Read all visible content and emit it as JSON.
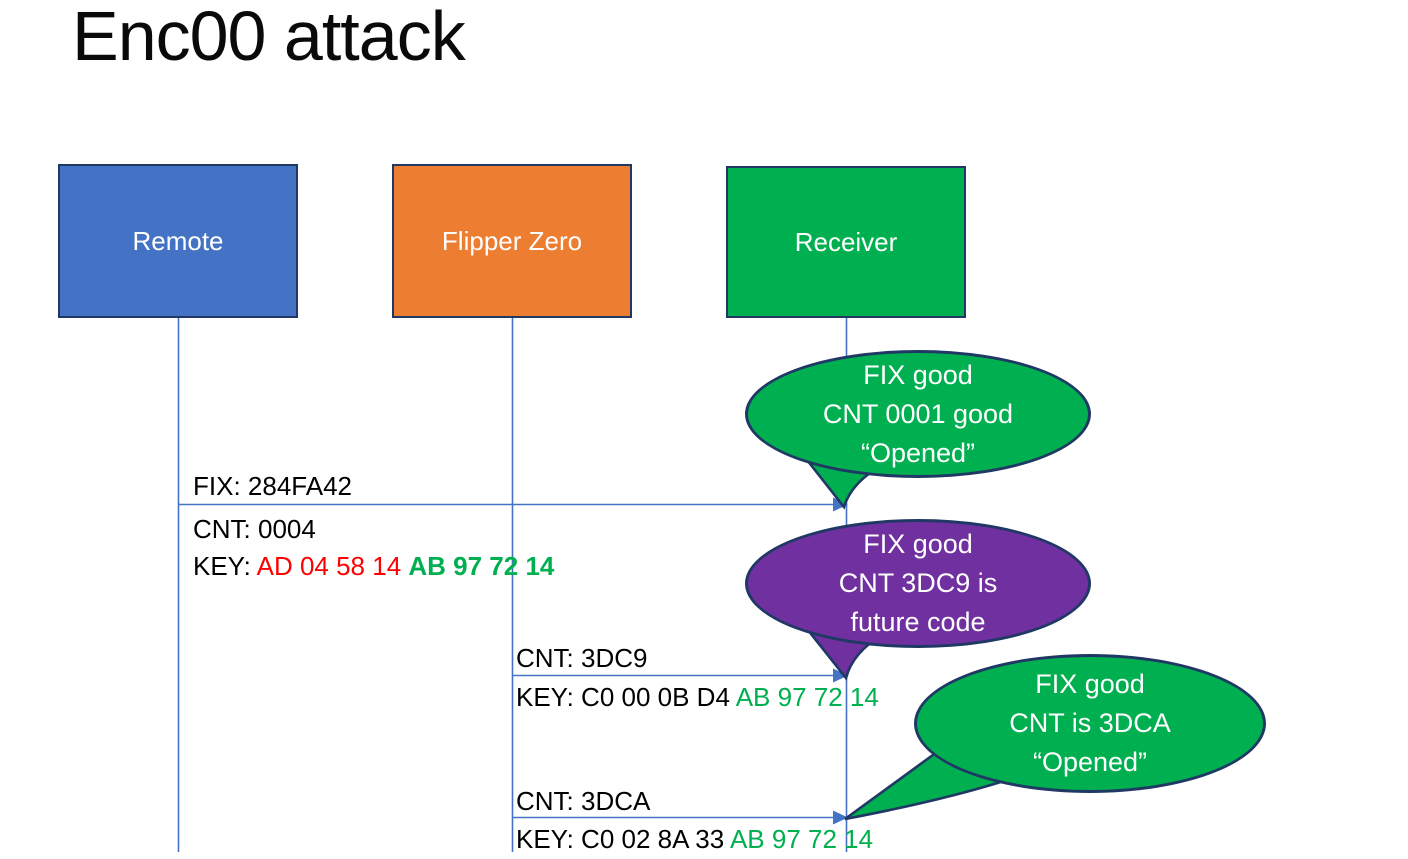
{
  "title": "Enc00 attack",
  "colors": {
    "remote_fill": "#4472C4",
    "flipper_fill": "#ED7D31",
    "receiver_fill": "#00B050",
    "callout_green_fill": "#00B050",
    "callout_purple_fill": "#7030A0",
    "shape_outline": "#1F3864",
    "connector_blue": "#4472C4",
    "key_changed_red": "#FF0000",
    "key_fixed_green": "#00B050",
    "bubble_text": "#FFFFFF",
    "body_text": "#000000"
  },
  "actors": [
    {
      "label": "Remote"
    },
    {
      "label": "Flipper Zero"
    },
    {
      "label": "Receiver"
    }
  ],
  "messages": [
    {
      "from": "Remote",
      "to": "Receiver",
      "above": "FIX: 284FA42",
      "cnt": "CNT: 0004",
      "key_prefix": "KEY: ",
      "key_changed": "AD 04 58 14 ",
      "key_fixed": "AB 97 72 14"
    },
    {
      "from": "Flipper Zero",
      "to": "Receiver",
      "above": "CNT: 3DC9",
      "key_prefix": "KEY: ",
      "key_changed": "C0 00 0B D4 ",
      "key_fixed": "AB 97 72 14"
    },
    {
      "from": "Flipper Zero",
      "to": "Receiver",
      "above": "CNT: 3DCA",
      "key_prefix": "KEY: ",
      "key_changed": "C0 02 8A 33 ",
      "key_fixed": "AB 97 72 14"
    }
  ],
  "callouts": [
    {
      "color": "green",
      "lines": [
        "FIX good",
        "CNT 0001 good",
        "“Opened”"
      ]
    },
    {
      "color": "purple",
      "lines": [
        "FIX good",
        "CNT 3DC9 is",
        "future code"
      ]
    },
    {
      "color": "green",
      "lines": [
        "FIX good",
        "CNT is 3DCA",
        "“Opened”"
      ]
    }
  ]
}
